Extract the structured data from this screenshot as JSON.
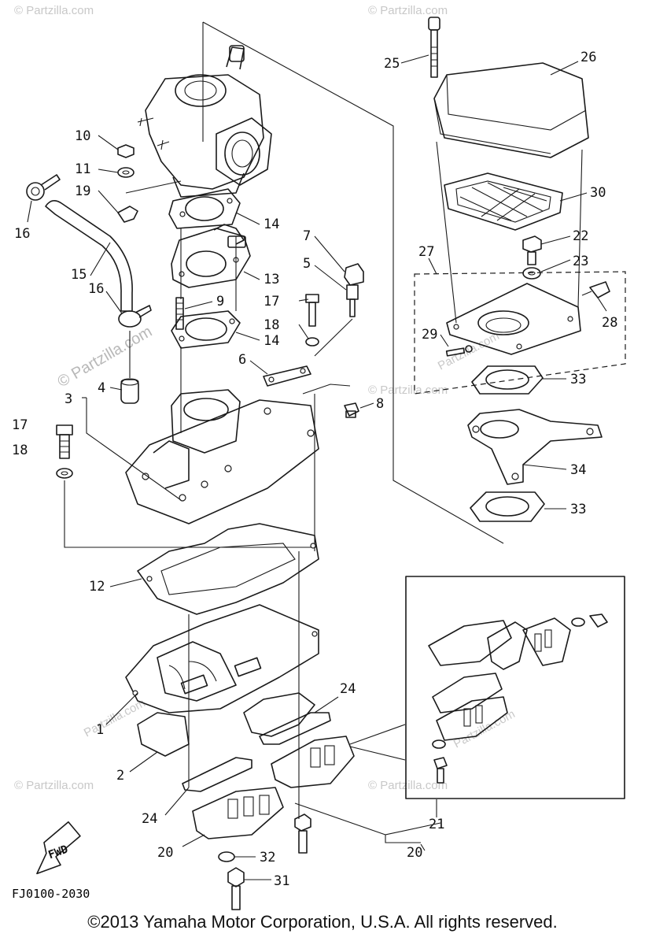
{
  "diagram": {
    "code": "FJ0100-2030",
    "fwd_label": "FWD",
    "watermark": "© Partzilla.com",
    "watermark_short": "Partzilla.com",
    "labels": {
      "p1": "1",
      "p2": "2",
      "p3": "3",
      "p4": "4",
      "p5": "5",
      "p6": "6",
      "p7": "7",
      "p8": "8",
      "p9": "9",
      "p10": "10",
      "p11": "11",
      "p12": "12",
      "p13": "13",
      "p14a": "14",
      "p14b": "14",
      "p15": "15",
      "p16a": "16",
      "p16b": "16",
      "p17a": "17",
      "p17b": "17",
      "p18a": "18",
      "p18b": "18",
      "p19": "19",
      "p20a": "20",
      "p20b": "20",
      "p21": "21",
      "p22": "22",
      "p23": "23",
      "p24a": "24",
      "p24b": "24",
      "p25": "25",
      "p26": "26",
      "p27": "27",
      "p28": "28",
      "p29": "29",
      "p30": "30",
      "p31": "31",
      "p32": "32",
      "p33a": "33",
      "p33b": "33",
      "p34": "34"
    }
  },
  "footer": {
    "copyright": "©2013 Yamaha Motor Corporation, U.S.A. All rights reserved."
  }
}
